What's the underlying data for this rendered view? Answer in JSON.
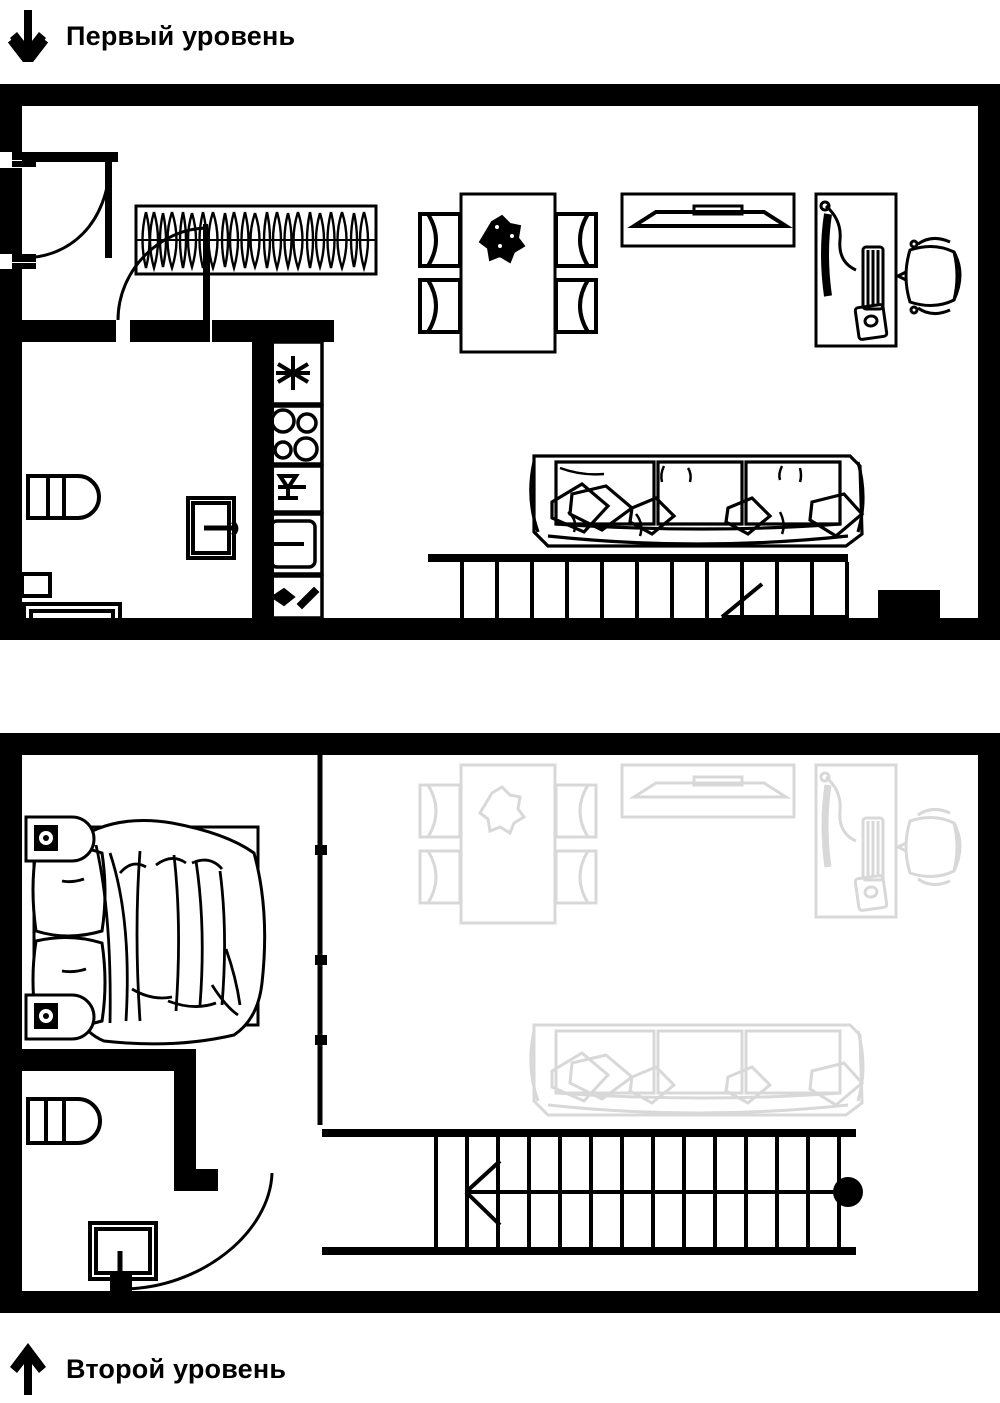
{
  "document": {
    "type": "apartment-floor-plan",
    "style": "black-and-white architectural plan",
    "levels_count": 2
  },
  "captions": {
    "first": {
      "label": "Первый уровень",
      "arrow_icon": "arrow-down-icon",
      "direction": "down"
    },
    "second": {
      "label": "Второй уровень",
      "arrow_icon": "arrow-up-icon",
      "direction": "up"
    }
  },
  "colors": {
    "wall": "#000000",
    "background": "#ffffff",
    "furniture_line": "#000000",
    "ghost_furniture": "#d8d8d8",
    "text": "#000000"
  },
  "levels": [
    {
      "id": "first-level",
      "name": "Первый уровень",
      "rooms": [
        {
          "name": "entry-hall",
          "label": "",
          "features": [
            "entry-door",
            "interior-door",
            "wardrobe"
          ]
        },
        {
          "name": "bathroom",
          "label": "",
          "features": [
            "toilet",
            "washbasin",
            "shower-cabin",
            "washing-machine"
          ]
        },
        {
          "name": "kitchen",
          "label": "",
          "features": [
            "extractor-hood",
            "cooktop",
            "dishwasher",
            "kitchen-sink",
            "cutting-board"
          ]
        },
        {
          "name": "living-dining-room",
          "label": "",
          "features": [
            "dining-table",
            "dining-chairs",
            "tv-console",
            "desk",
            "office-chair",
            "sofa",
            "staircase"
          ]
        }
      ],
      "furniture": [
        {
          "name": "wardrobe",
          "icon": "wardrobe-icon",
          "description": "built-in closet with hanging clothes"
        },
        {
          "name": "entry-door",
          "icon": "door-swing-icon",
          "description": "entrance door with swing arc"
        },
        {
          "name": "interior-door",
          "icon": "door-swing-icon",
          "description": "door to bathroom / kitchen corridor"
        },
        {
          "name": "toilet",
          "icon": "toilet-icon"
        },
        {
          "name": "washbasin",
          "icon": "sink-icon"
        },
        {
          "name": "shower-cabin",
          "icon": "shower-icon"
        },
        {
          "name": "washing-machine",
          "icon": "washing-machine-icon"
        },
        {
          "name": "extractor-hood",
          "icon": "hood-icon"
        },
        {
          "name": "cooktop",
          "icon": "cooktop-4-burner-icon"
        },
        {
          "name": "dishwasher",
          "icon": "wine-glass-icon"
        },
        {
          "name": "kitchen-sink",
          "icon": "kitchen-sink-icon"
        },
        {
          "name": "cutting-board",
          "icon": "knife-board-icon"
        },
        {
          "name": "dining-table",
          "icon": "table-icon",
          "seats": 4
        },
        {
          "name": "tv-console",
          "icon": "tv-icon"
        },
        {
          "name": "desk",
          "icon": "desk-icon",
          "description": "desk with monitor, keyboard, mouse, lamp"
        },
        {
          "name": "office-chair",
          "icon": "office-chair-icon"
        },
        {
          "name": "sofa",
          "icon": "sofa-icon",
          "seats": 3
        },
        {
          "name": "staircase",
          "icon": "stairs-icon",
          "direction": "down-arrow-left",
          "steps": 11
        },
        {
          "name": "structural-column",
          "icon": "column-icon"
        }
      ]
    },
    {
      "id": "second-level",
      "name": "Второй уровень",
      "rooms": [
        {
          "name": "bedroom",
          "label": "",
          "features": [
            "double-bed",
            "nightstand-left",
            "nightstand-right"
          ]
        },
        {
          "name": "bathroom",
          "label": "",
          "features": [
            "toilet",
            "washbasin",
            "door"
          ]
        },
        {
          "name": "mezzanine-void",
          "label": "",
          "features": [
            "railing",
            "staircase"
          ]
        }
      ],
      "furniture": [
        {
          "name": "double-bed",
          "icon": "bed-icon",
          "description": "double bed with duvet and pillows"
        },
        {
          "name": "nightstand-left",
          "icon": "nightstand-icon",
          "description": "nightstand with lamp"
        },
        {
          "name": "nightstand-right",
          "icon": "nightstand-icon",
          "description": "nightstand with lamp"
        },
        {
          "name": "toilet",
          "icon": "toilet-icon"
        },
        {
          "name": "washbasin",
          "icon": "sink-icon"
        },
        {
          "name": "bathroom-door",
          "icon": "door-swing-icon"
        },
        {
          "name": "railing",
          "icon": "railing-icon",
          "description": "mezzanine balustrade with posts"
        },
        {
          "name": "staircase",
          "icon": "stairs-icon",
          "direction": "down-arrow-left",
          "steps": 14,
          "start_marker": "landing-dot"
        }
      ],
      "ghosted_furniture_from_below": [
        {
          "name": "dining-table-ghost",
          "icon": "table-icon"
        },
        {
          "name": "tv-console-ghost",
          "icon": "tv-icon"
        },
        {
          "name": "desk-ghost",
          "icon": "desk-icon"
        },
        {
          "name": "office-chair-ghost",
          "icon": "office-chair-icon"
        },
        {
          "name": "sofa-ghost",
          "icon": "sofa-icon"
        }
      ]
    }
  ]
}
